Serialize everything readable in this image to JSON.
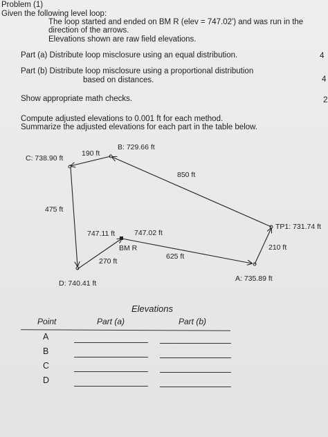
{
  "problem": {
    "title": "Problem (1)",
    "intro": "Given the following level loop:",
    "lines": [
      "The loop started and ended on BM R  (elev = 747.02') and was run in the",
      "direction of the arrows.",
      "Elevations shown are raw field elevations."
    ],
    "part_a": "Part (a) Distribute loop misclosure using an equal distribution.",
    "part_b_1": "Part (b) Distribute loop misclosure using a proportional distribution",
    "part_b_2": "based on distances.",
    "edge_marks": [
      "4",
      "4",
      "2"
    ],
    "checks": "Show appropriate math checks.",
    "compute_1": "Compute adjusted elevations to 0.001 ft for each method.",
    "compute_2": "Summarize the adjusted elevations for each part in the table below."
  },
  "diagram": {
    "B": "B: 729.66 ft",
    "C": "C: 738.90 ft",
    "D": "D: 740.41 ft",
    "A": "A: 735.89 ft",
    "TP1": "TP1: 731.74 ft",
    "BMR": "BM R",
    "d_CB": "190 ft",
    "d_BTP1": "850 ft",
    "d_CD": "475 ft",
    "d_TP1A": "210 ft",
    "d_ABMR": "625 ft",
    "d_BMRD": "270 ft",
    "bmr_left": "747.11 ft",
    "bmr_right": "747.02 ft"
  },
  "table": {
    "heading": "Elevations",
    "col_point": "Point",
    "col_a": "Part (a)",
    "col_b": "Part (b)",
    "points": [
      "A",
      "B",
      "C",
      "D"
    ]
  }
}
